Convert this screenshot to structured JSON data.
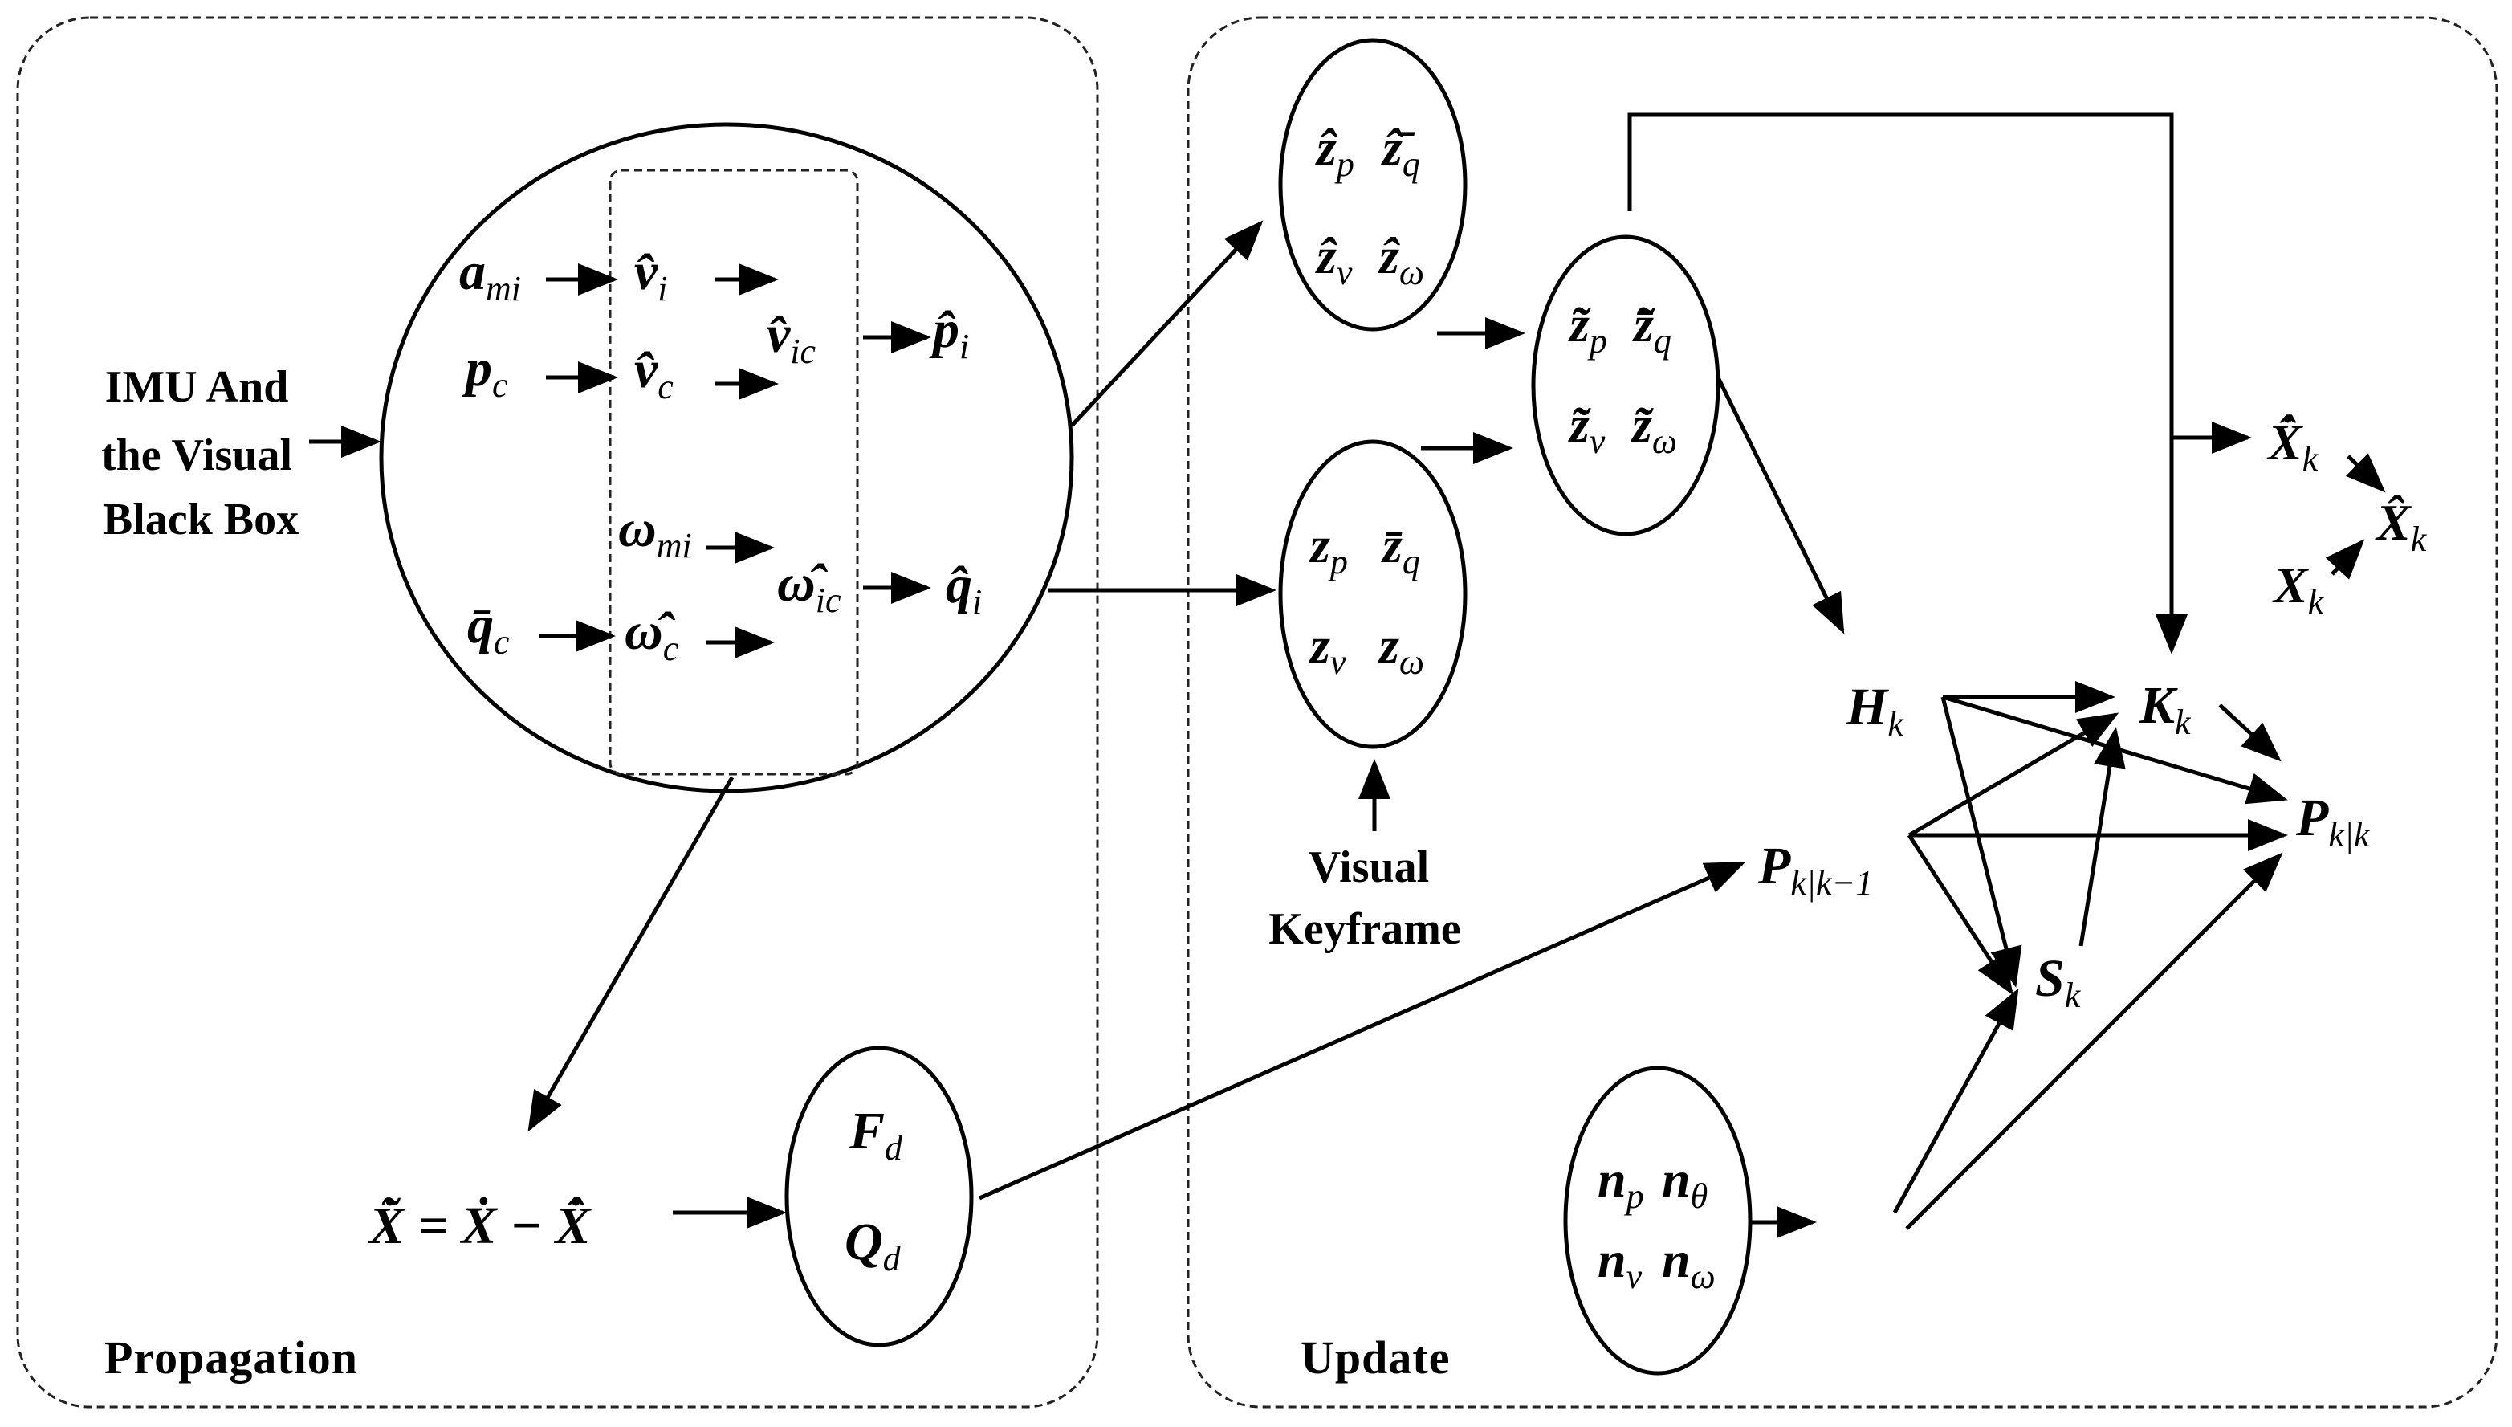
{
  "regions": {
    "propagation": "Propagation",
    "update": "Update"
  },
  "inputs": {
    "imu_line1": "IMU And",
    "imu_line2": "the Visual",
    "imu_line3": "Black Box",
    "keyframe_line1": "Visual",
    "keyframe_line2": "Keyframe"
  },
  "propagation": {
    "a_mi": {
      "base": "a",
      "sub": "mi"
    },
    "v_i": {
      "base": "v̂",
      "sub": "i"
    },
    "v_ic": {
      "base": "v̂",
      "sub": "ic"
    },
    "p_i": {
      "base": "p̂",
      "sub": "i"
    },
    "p_c": {
      "base": "p",
      "sub": "c"
    },
    "v_c": {
      "base": "v̂",
      "sub": "c"
    },
    "omega_mi": {
      "base": "ω",
      "sub": "mi"
    },
    "omega_ic": {
      "base": "ω̂",
      "sub": "ic"
    },
    "q_i": {
      "base": "q̂",
      "sub": "i"
    },
    "q_c": {
      "base": "q̄",
      "sub": "c"
    },
    "omega_c": {
      "base": "ω̂",
      "sub": "c"
    },
    "error_eq": "X̃̇ = Ẋ − X̂̇",
    "F_d": {
      "base": "F",
      "sub": "d"
    },
    "Q_d": {
      "base": "Q",
      "sub": "d"
    }
  },
  "update": {
    "zhat_p": {
      "base": "ẑ",
      "sub": "p"
    },
    "zhat_q": {
      "base": "ẑ̄",
      "sub": "q"
    },
    "zhat_v": {
      "base": "ẑ",
      "sub": "v"
    },
    "zhat_w": {
      "base": "ẑ",
      "sub": "ω"
    },
    "ztil_p": {
      "base": "z̃",
      "sub": "p"
    },
    "ztil_q": {
      "base": "z̃̄",
      "sub": "q"
    },
    "ztil_v": {
      "base": "z̃",
      "sub": "v"
    },
    "ztil_w": {
      "base": "z̃",
      "sub": "ω"
    },
    "z_p": {
      "base": "z",
      "sub": "p"
    },
    "z_q": {
      "base": "z̄",
      "sub": "q"
    },
    "z_v": {
      "base": "z",
      "sub": "v"
    },
    "z_w": {
      "base": "z",
      "sub": "ω"
    },
    "n_p": {
      "base": "n",
      "sub": "p"
    },
    "n_theta": {
      "base": "n",
      "sub": "θ"
    },
    "n_v": {
      "base": "n",
      "sub": "v"
    },
    "n_w": {
      "base": "n",
      "sub": "ω"
    },
    "H_k": {
      "base": "H",
      "sub": "k"
    },
    "K_k": {
      "base": "K",
      "sub": "k"
    },
    "S_k": {
      "base": "S",
      "sub": "k"
    },
    "P_kk": {
      "base": "P",
      "sub": "k|k"
    },
    "P_kk1": {
      "base": "P",
      "sub": "k|k−1"
    },
    "Xhat_dot_k": {
      "base": "X̂̇",
      "sub": "k"
    },
    "Xhat_k": {
      "base": "X̂",
      "sub": "k"
    },
    "X_k": {
      "base": "X",
      "sub": "k"
    }
  }
}
